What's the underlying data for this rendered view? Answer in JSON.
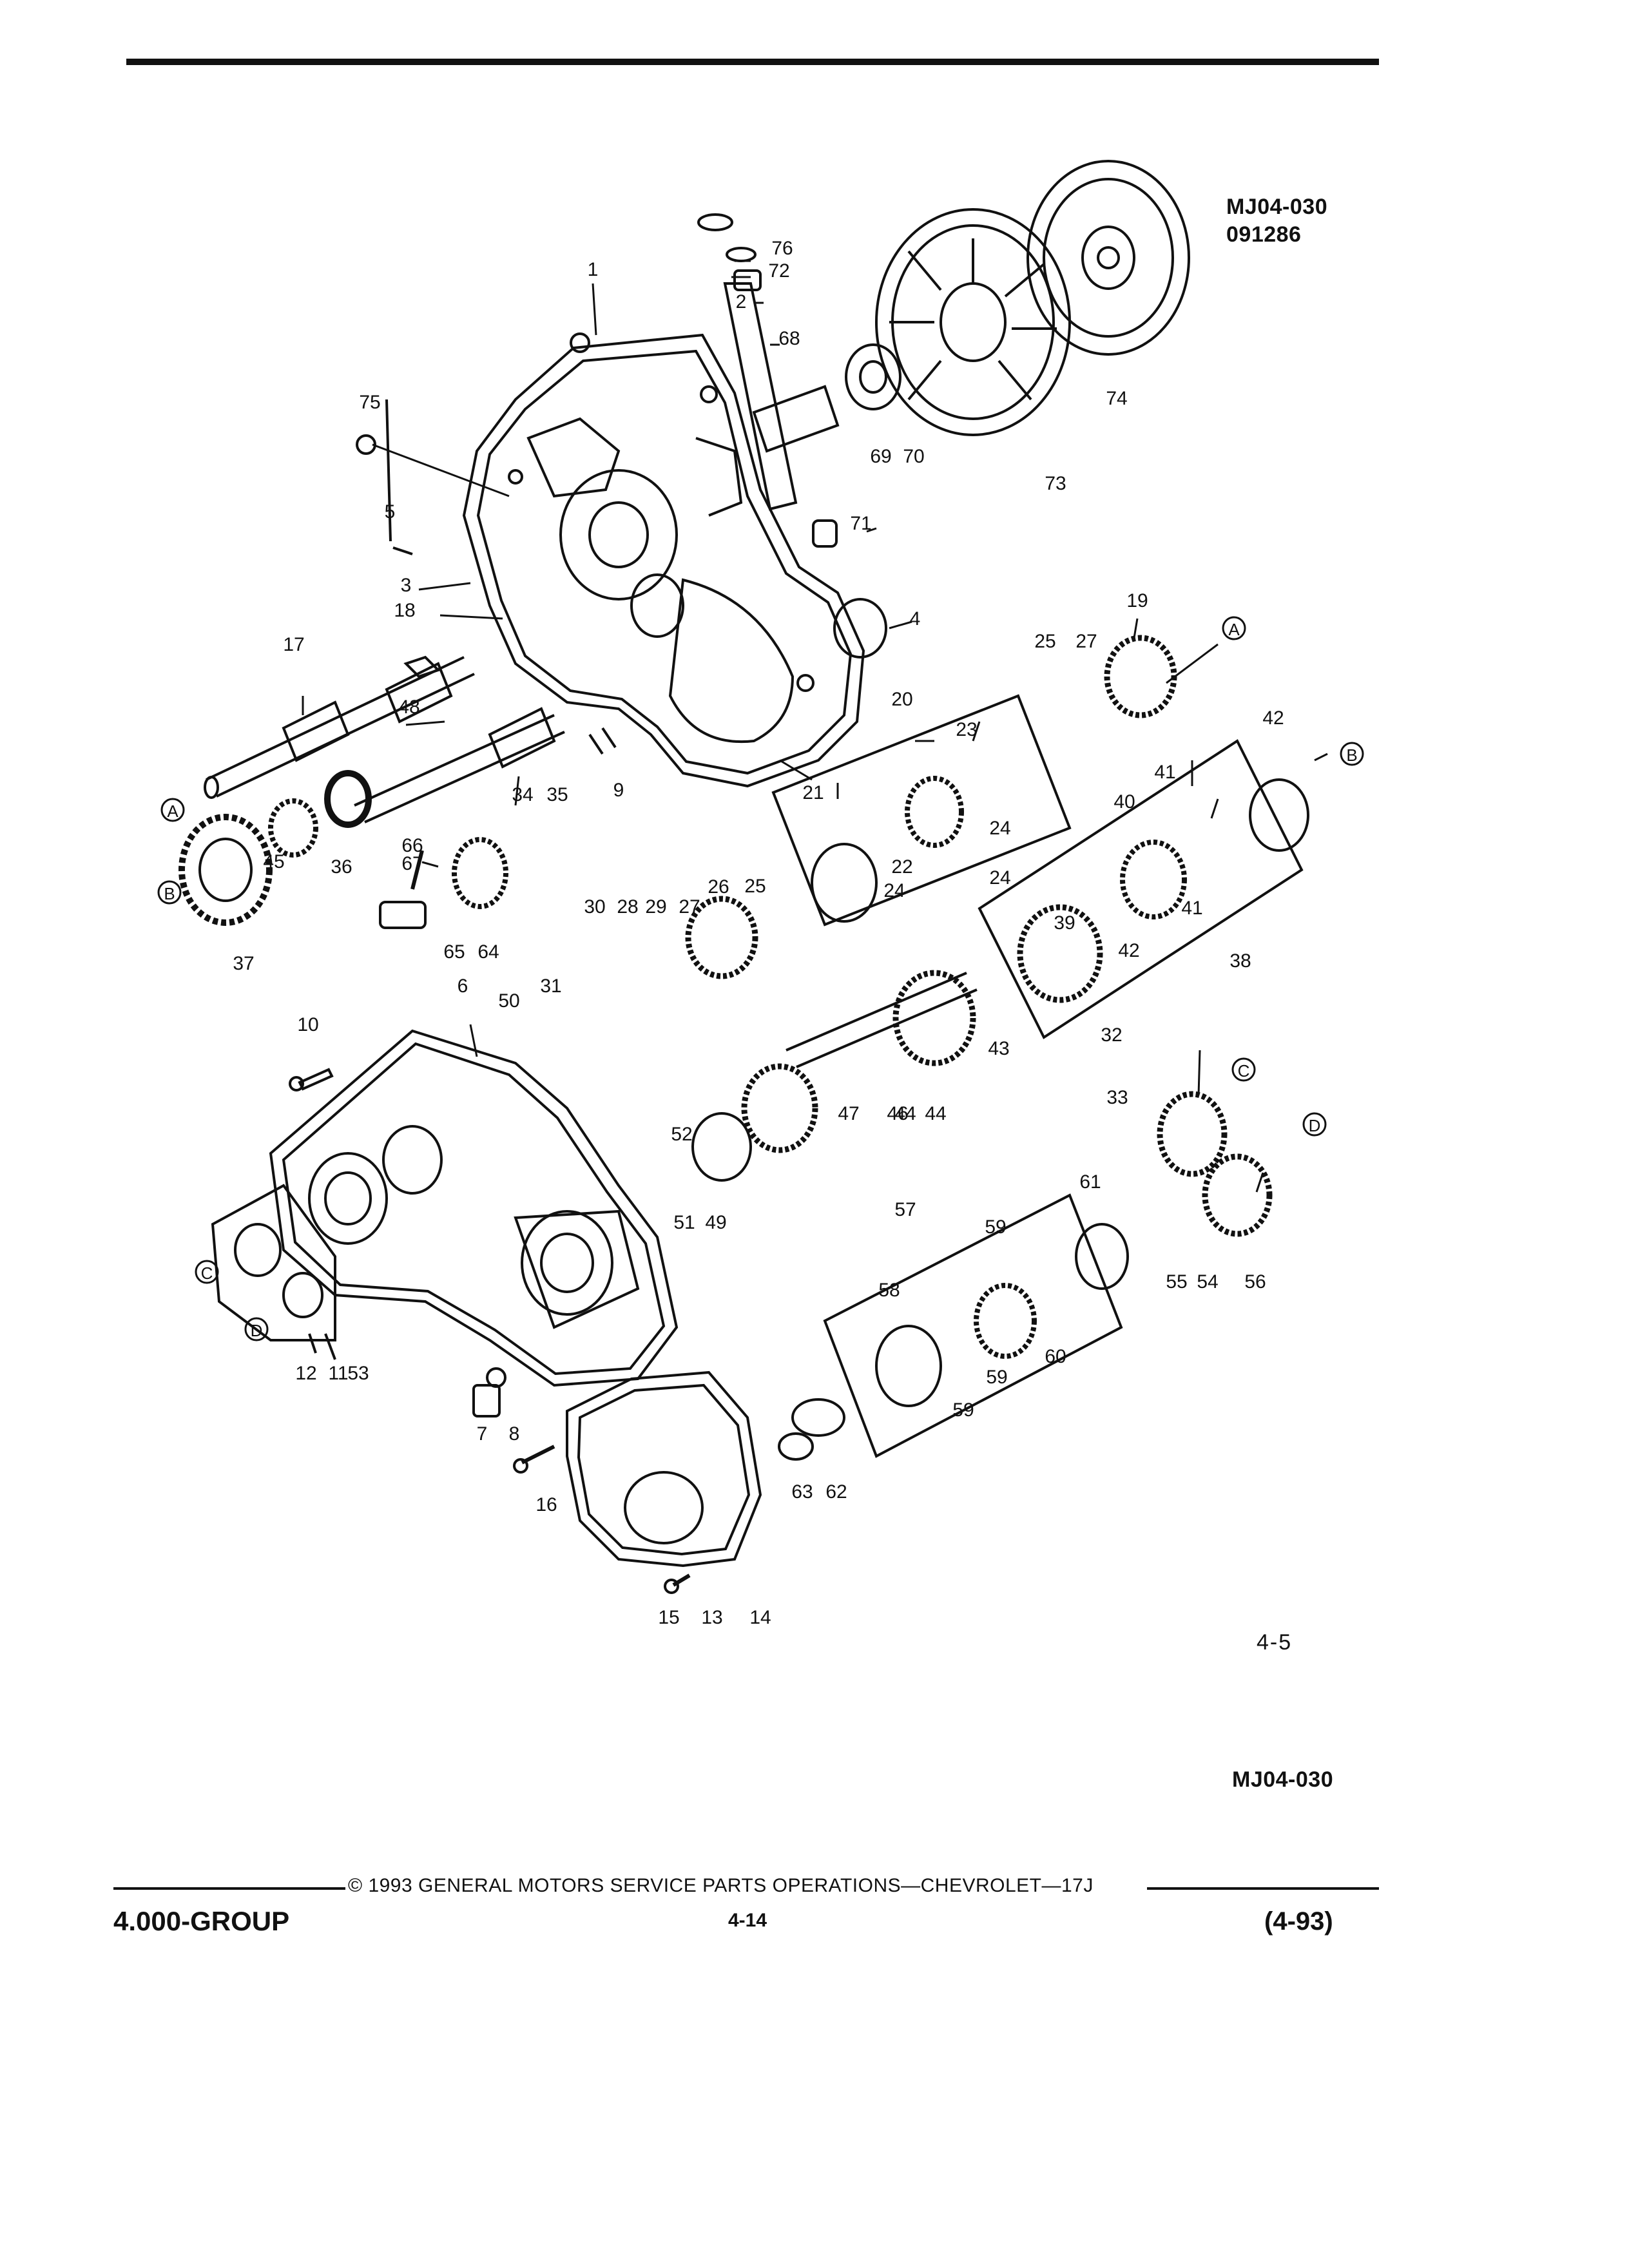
{
  "header": {
    "code": "MJ04-030",
    "date_code": "091286"
  },
  "callouts": [
    "1",
    "2",
    "3",
    "4",
    "5",
    "6",
    "7",
    "8",
    "9",
    "10",
    "11",
    "12",
    "13",
    "14",
    "15",
    "16",
    "17",
    "18",
    "19",
    "20",
    "21",
    "22",
    "23",
    "24",
    "24",
    "24",
    "25",
    "25",
    "26",
    "27",
    "27",
    "28",
    "29",
    "30",
    "31",
    "32",
    "33",
    "34",
    "35",
    "36",
    "37",
    "38",
    "39",
    "40",
    "41",
    "41",
    "42",
    "42",
    "43",
    "44",
    "44",
    "45",
    "46",
    "47",
    "48",
    "49",
    "50",
    "51",
    "52",
    "53",
    "54",
    "55",
    "56",
    "57",
    "58",
    "59",
    "59",
    "59",
    "60",
    "61",
    "62",
    "63",
    "64",
    "65",
    "66",
    "67",
    "68",
    "69",
    "70",
    "71",
    "72",
    "73",
    "74",
    "75",
    "76"
  ],
  "connectors": [
    "A",
    "A",
    "B",
    "B",
    "C",
    "C",
    "D",
    "D"
  ],
  "page_number": "4-5",
  "bottom_code": "MJ04-030",
  "footer": {
    "group": "4.000-GROUP",
    "copyright": "© 1993 GENERAL MOTORS SERVICE PARTS OPERATIONS—CHEVROLET—17J",
    "page": "4-14",
    "revision": "(4-93)"
  }
}
